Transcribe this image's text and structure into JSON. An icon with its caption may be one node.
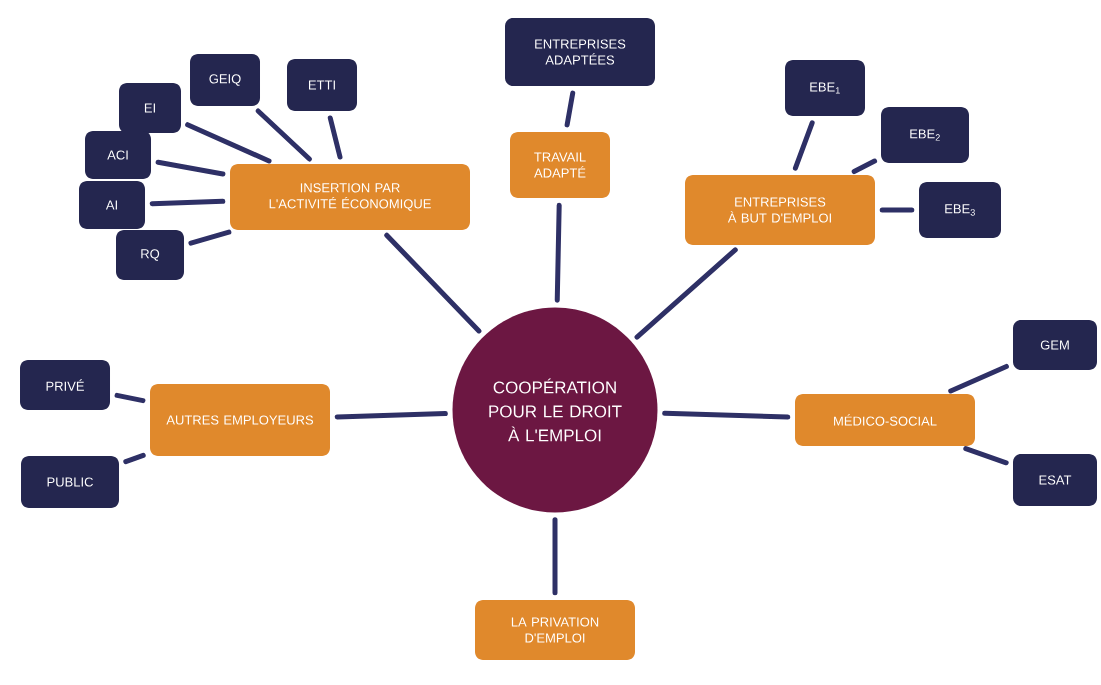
{
  "diagram": {
    "nodes": [
      {
        "text": [
          "COOPÉRATION POUR LE DROIT À L'EMPLOI"
        ]
      },
      {
        "text": [
          "ENTREPRISES ADAPTÉES"
        ]
      },
      {
        "text": [
          "GEIQ"
        ]
      },
      {
        "text": [
          "ETTI"
        ]
      },
      {
        "text": [
          "EI"
        ]
      },
      {
        "text": [
          "EBE$_{1}$"
        ]
      },
      {
        "text": [
          "ACI"
        ]
      },
      {
        "text": [
          "TRAVAIL ADAPTÉ"
        ]
      },
      {
        "text": [
          "EBE$_{2}$"
        ]
      },
      {
        "text": [
          "INSERTION PAR L'ACTIVITÉ ÉCONOMIQUE"
        ]
      },
      {
        "text": [
          "AI"
        ]
      },
      {
        "text": [
          "ENTREPRISES À BUT D'EMPLOI"
        ]
      },
      {
        "text": [
          "EBE$_{3}$"
        ]
      },
      {
        "text": [
          "RQ"
        ]
      },
      {
        "text": [
          "GEM"
        ]
      },
      {
        "text": [
          "PRIVÉ"
        ]
      },
      {
        "text": [
          "AUTRES EMPLOYEURS"
        ]
      },
      {
        "text": [
          "MÉDICO-SOCIAL"
        ]
      },
      {
        "text": [
          "PUBLIC"
        ]
      },
      {
        "text": [
          "ESAT"
        ]
      },
      {
        "text": [
          "LA PRIVATION D'EMPLOI"
        ]
      }
    ],
    "edges": [
      {
        "from": 0,
        "to": 9,
        "arrow": "none"
      },
      {
        "from": 0,
        "to": 7,
        "arrow": "none"
      },
      {
        "from": 0,
        "to": 11,
        "arrow": "none"
      },
      {
        "from": 0,
        "to": 16,
        "arrow": "none"
      },
      {
        "from": 0,
        "to": 17,
        "arrow": "none"
      },
      {
        "from": 0,
        "to": 20,
        "arrow": "none"
      },
      {
        "from": 9,
        "to": 4,
        "arrow": "none"
      },
      {
        "from": 9,
        "to": 6,
        "arrow": "none"
      },
      {
        "from": 9,
        "to": 10,
        "arrow": "none"
      },
      {
        "from": 9,
        "to": 13,
        "arrow": "none"
      },
      {
        "from": 9,
        "to": 2,
        "arrow": "none"
      },
      {
        "from": 9,
        "to": 3,
        "arrow": "none"
      },
      {
        "from": 7,
        "to": 1,
        "arrow": "none"
      },
      {
        "from": 11,
        "to": 5,
        "arrow": "none"
      },
      {
        "from": 11,
        "to": 8,
        "arrow": "none"
      },
      {
        "from": 11,
        "to": 12,
        "arrow": "none"
      },
      {
        "from": 16,
        "to": 15,
        "arrow": "none"
      },
      {
        "from": 16,
        "to": 18,
        "arrow": "none"
      },
      {
        "from": 17,
        "to": 14,
        "arrow": "none"
      },
      {
        "from": 17,
        "to": 19,
        "arrow": "none"
      }
    ]
  }
}
